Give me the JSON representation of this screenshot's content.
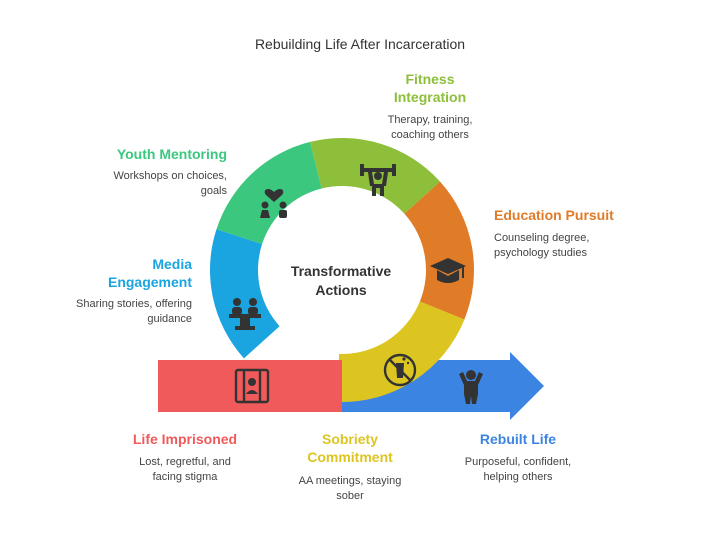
{
  "title": "Rebuilding Life After Incarceration",
  "center": {
    "line1": "Transformative",
    "line2": "Actions"
  },
  "colors": {
    "life_imprisoned": "#F05A5A",
    "media_engagement": "#1AA4E0",
    "youth_mentoring": "#3CC77E",
    "fitness_integration": "#8DBF3A",
    "education_pursuit": "#E07B28",
    "sobriety_commitment": "#DDC521",
    "rebuilt_life": "#3C84E2",
    "icon": "#333333"
  },
  "steps": {
    "life_imprisoned": {
      "title": "Life Imprisoned",
      "desc1": "Lost, regretful, and",
      "desc2": "facing stigma",
      "icon": "jail-icon"
    },
    "media_engagement": {
      "title1": "Media",
      "title2": "Engagement",
      "desc1": "Sharing stories, offering",
      "desc2": "guidance",
      "icon": "podium-icon"
    },
    "youth_mentoring": {
      "title": "Youth Mentoring",
      "desc1": "Workshops on choices,",
      "desc2": "goals",
      "icon": "mentoring-icon"
    },
    "fitness_integration": {
      "title1": "Fitness",
      "title2": "Integration",
      "desc1": "Therapy, training,",
      "desc2": "coaching others",
      "icon": "weightlifting-icon"
    },
    "education_pursuit": {
      "title": "Education Pursuit",
      "desc1": "Counseling degree,",
      "desc2": "psychology studies",
      "icon": "graduation-cap-icon"
    },
    "sobriety_commitment": {
      "title1": "Sobriety",
      "title2": "Commitment",
      "desc1": "AA meetings, staying",
      "desc2": "sober",
      "icon": "no-alcohol-icon"
    },
    "rebuilt_life": {
      "title": "Rebuilt Life",
      "desc1": "Purposeful, confident,",
      "desc2": "helping others",
      "icon": "person-cheering-icon"
    }
  }
}
